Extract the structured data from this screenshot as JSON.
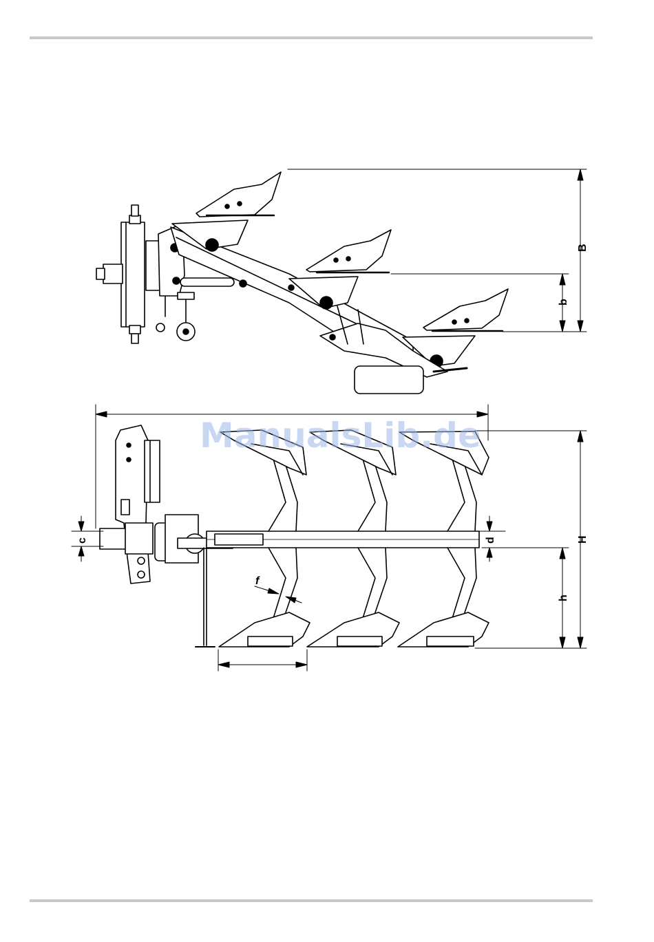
{
  "watermark": "ManualsLib.de",
  "dimensions": {
    "side_view": {
      "B": "B",
      "b": "b"
    },
    "top_view": {
      "c": "c",
      "d": "d",
      "f": "f",
      "H": "H",
      "h": "h"
    }
  }
}
